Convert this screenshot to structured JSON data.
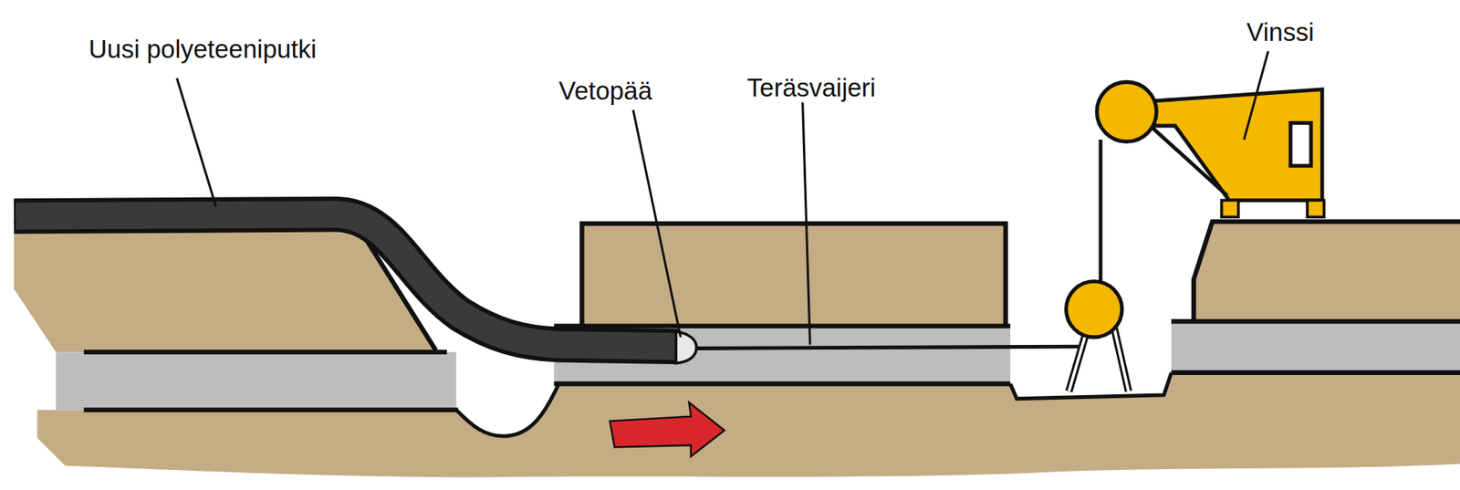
{
  "diagram": {
    "labels": [
      "Uusi polyeteeniputki",
      "Vetopää",
      "Teräsvaijeri",
      "Vinssi"
    ]
  }
}
